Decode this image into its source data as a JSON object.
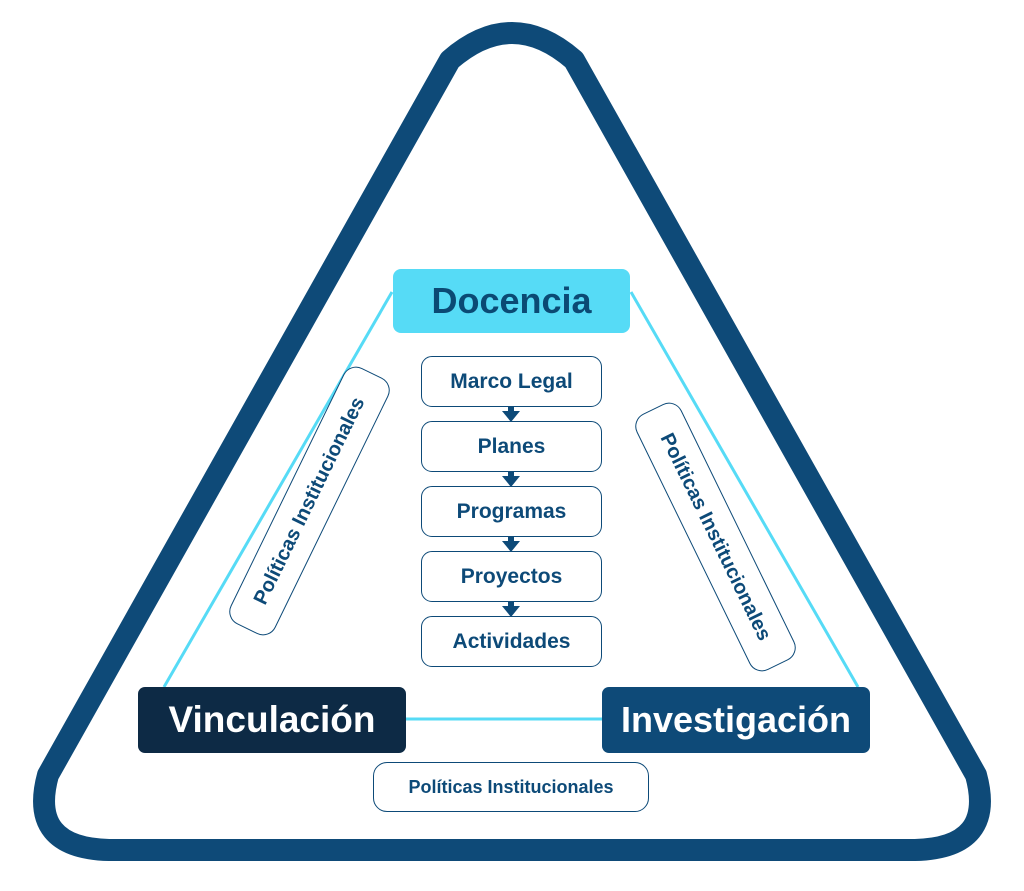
{
  "diagram": {
    "colors": {
      "frame": "#0e4a78",
      "connector": "#56dbf6",
      "docencia_fill": "#56dbf6",
      "vinculacion_fill": "#0d2a45",
      "investigacion_fill": "#0e4a78",
      "text_dark": "#0d4a78"
    },
    "nodes": {
      "docencia": "Docencia",
      "vinculacion": "Vinculación",
      "investigacion": "Investigación"
    },
    "steps": [
      "Marco Legal",
      "Planes",
      "Programas",
      "Proyectos",
      "Actividades"
    ],
    "policies": {
      "left": "Políticas Institucionales",
      "right": "Políticas Institucionales",
      "bottom": "Políticas Institucionales"
    }
  }
}
